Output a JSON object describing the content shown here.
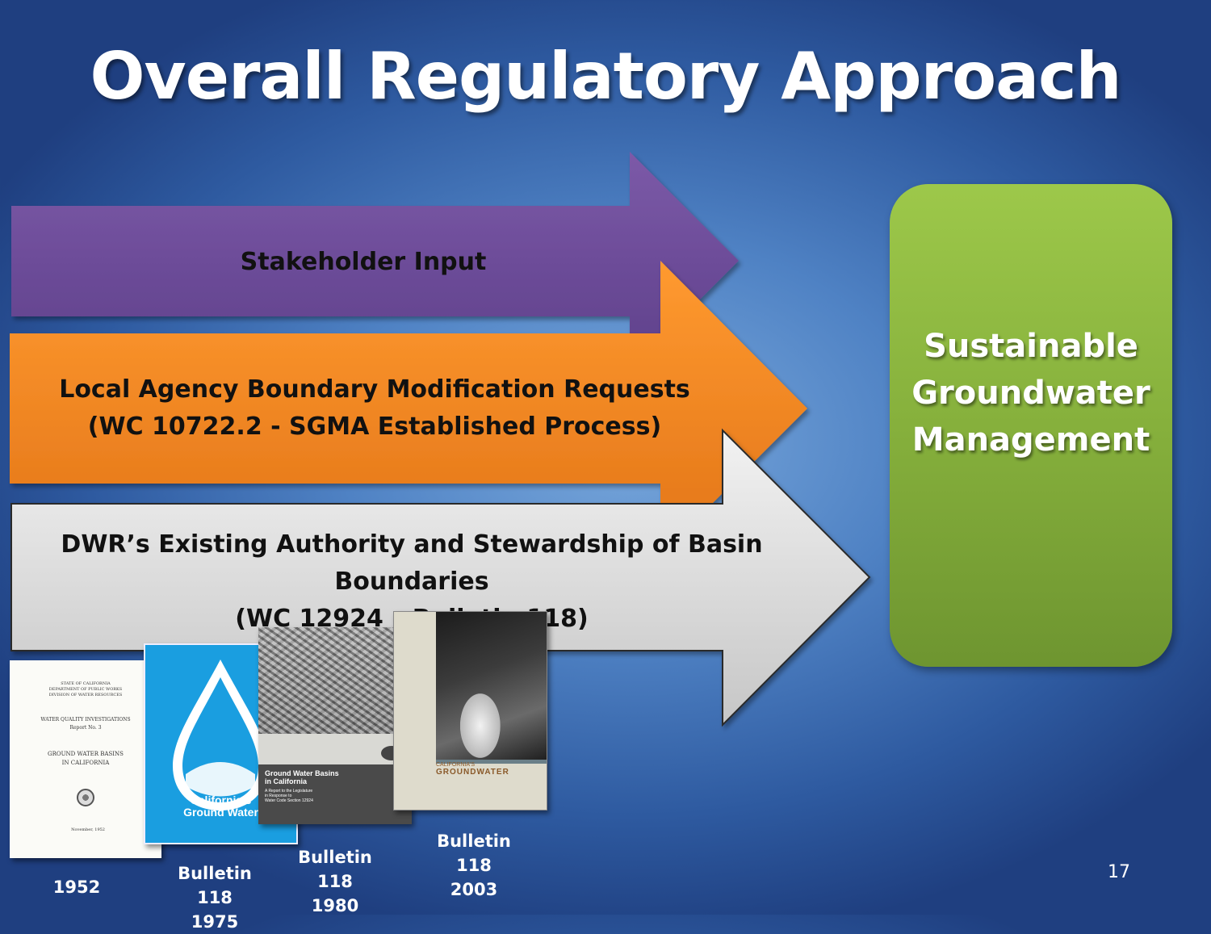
{
  "slide": {
    "title": "Overall Regulatory Approach",
    "page_number": "17"
  },
  "arrows": [
    {
      "line1": "Stakeholder Input",
      "line2": "",
      "color": "#6e4d9a"
    },
    {
      "line1": "Local Agency Boundary Modification Requests",
      "line2": "(WC 10722.2 - SGMA Established Process)",
      "color": "#f08a24"
    },
    {
      "line1": "DWR’s Existing Authority and Stewardship of Basin Boundaries",
      "line2": "(WC 12924 – Bulletin 118)",
      "color": "#d9d9d9"
    }
  ],
  "goal": {
    "text": "Sustainable Groundwater Management",
    "color": "#8cb840"
  },
  "covers": [
    {
      "caption": "1952",
      "lines": [
        "STATE OF CALIFORNIA",
        "DEPARTMENT OF PUBLIC WORKS",
        "DIVISION OF WATER RESOURCES",
        "WATER QUALITY INVESTIGATIONS",
        "Report No. 3",
        "GROUND WATER BASINS",
        "IN CALIFORNIA",
        "November, 1952"
      ]
    },
    {
      "caption": "Bulletin 118\n1975",
      "lines": [
        "California's",
        "Ground Water"
      ]
    },
    {
      "caption": "Bulletin 118\n1980",
      "lines": [
        "Ground Water Basins",
        "in California",
        "A Report to the Legislature",
        "in Response to",
        "Water Code Section 12924"
      ]
    },
    {
      "caption": "Bulletin 118\n2003",
      "lines": [
        "CALIFORNIA'S",
        "GROUNDWATER"
      ]
    }
  ]
}
